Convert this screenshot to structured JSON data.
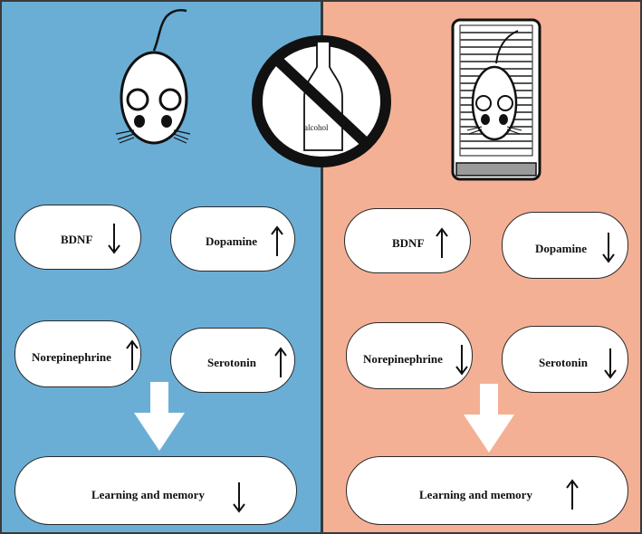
{
  "bottle_label": "alcohol",
  "left": {
    "bdnf": "BDNF",
    "dopamine": "Dopamine",
    "norepinephrine": "Norepinephrine",
    "serotonin": "Serotonin",
    "learning": "Learning and memory",
    "arrows": {
      "bdnf": "down",
      "dopamine": "up",
      "norepinephrine": "up",
      "serotonin": "up",
      "learning": "down"
    }
  },
  "right": {
    "bdnf": "BDNF",
    "dopamine": "Dopamine",
    "norepinephrine": "Norepinephrine",
    "serotonin": "Serotonin",
    "learning": "Learning and memory",
    "arrows": {
      "bdnf": "up",
      "dopamine": "down",
      "norepinephrine": "down",
      "serotonin": "down",
      "learning": "up"
    }
  },
  "colors": {
    "left_panel": "#6aaed6",
    "right_panel": "#f4b095",
    "pill_fill": "#ffffff",
    "outline": "#111111"
  }
}
